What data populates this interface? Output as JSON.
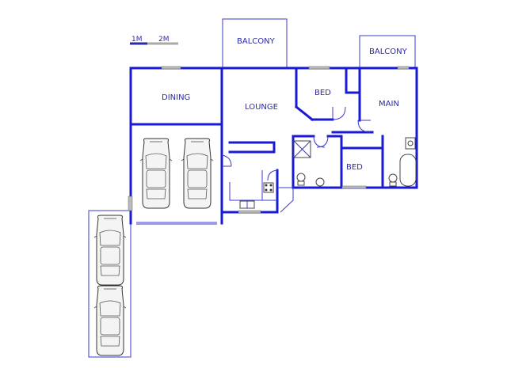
{
  "scale": {
    "label_1": "1M",
    "label_2": "2M"
  },
  "rooms": {
    "balcony_left": "BALCONY",
    "balcony_right": "BALCONY",
    "dining": "DINING",
    "lounge": "LOUNGE",
    "bed_top": "BED",
    "main": "MAIN",
    "bed_bottom": "BED"
  },
  "colors": {
    "wall": "#1a1ad4",
    "outline": "#3a3ad0",
    "label": "#2a2aa8"
  },
  "icons": [
    "car-icon",
    "toilet-icon",
    "basin-icon",
    "stove-icon",
    "sink-icon",
    "bath-icon",
    "shower-icon"
  ]
}
